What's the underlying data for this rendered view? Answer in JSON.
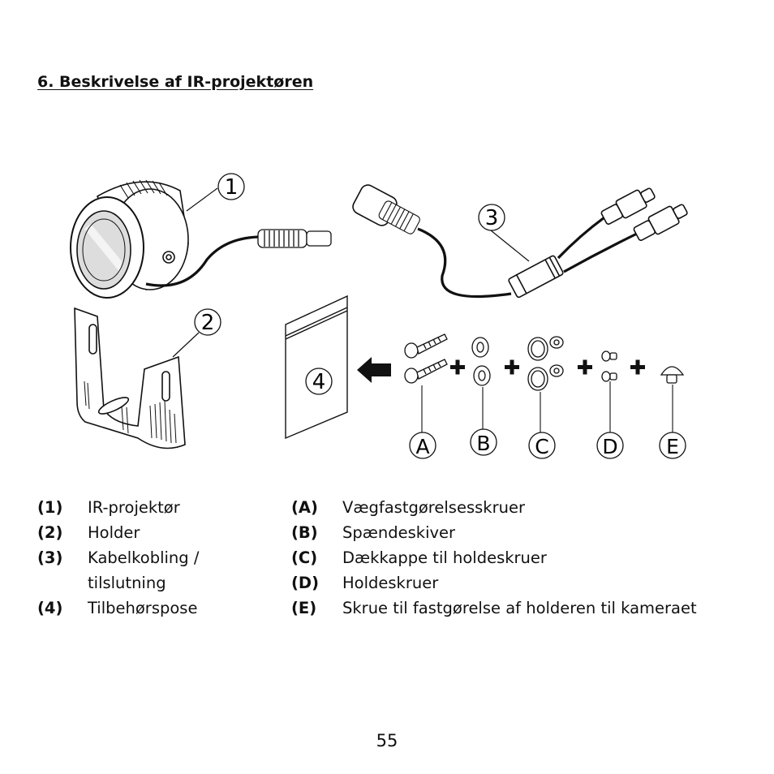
{
  "heading": "6. Beskrivelse af IR-projektøren",
  "callouts": {
    "c1": "1",
    "c2": "2",
    "c3": "3",
    "c4": "4",
    "cA": "A",
    "cB": "B",
    "cC": "C",
    "cD": "D",
    "cE": "E"
  },
  "legend_left": [
    {
      "code": "(1)",
      "text": "IR-projektør"
    },
    {
      "code": "(2)",
      "text": "Holder"
    },
    {
      "code": "(3)",
      "text": "Kabelkobling /",
      "text2": "tilslutning"
    },
    {
      "code": "(4)",
      "text": "Tilbehørspose"
    }
  ],
  "legend_right": [
    {
      "code": "(A)",
      "text": "Vægfastgørelsesskruer"
    },
    {
      "code": "(B)",
      "text": "Spændeskiver"
    },
    {
      "code": "(C)",
      "text": "Dækkappe til holdeskruer"
    },
    {
      "code": "(D)",
      "text": "Holdeskruer"
    },
    {
      "code": "(E)",
      "text": "Skrue til fastgørelse af holderen til kameraet"
    }
  ],
  "page_number": "55"
}
